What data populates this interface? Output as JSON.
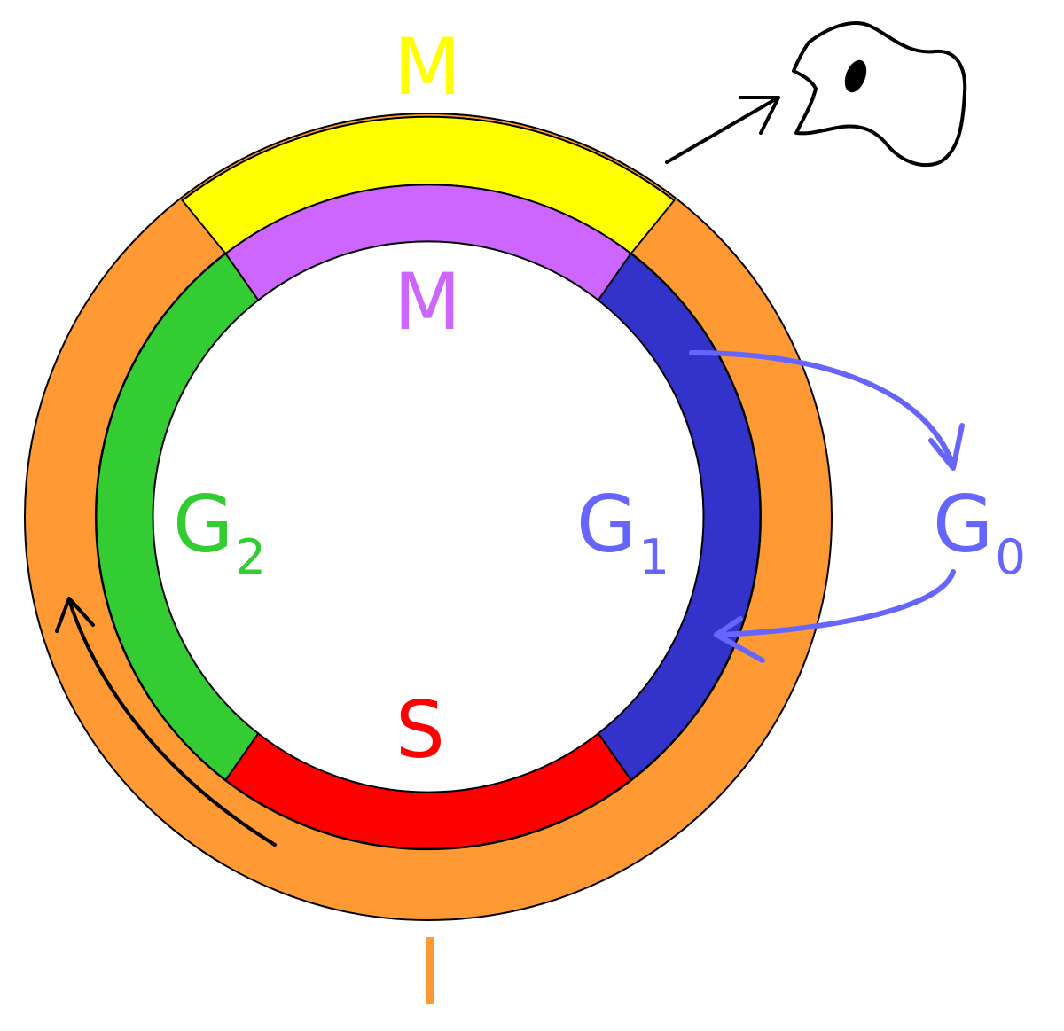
{
  "diagram": {
    "outer_ring": {
      "mitosis_label": "M",
      "interphase_label": "I",
      "mitosis_color": "#ffff00",
      "interphase_color": "#ff9933"
    },
    "inner_ring": {
      "phases": [
        {
          "id": "m",
          "label": "M",
          "sub": "",
          "color": "#cc66ff"
        },
        {
          "id": "g1",
          "label": "G",
          "sub": "1",
          "color": "#3333cc",
          "label_color": "#6666ff"
        },
        {
          "id": "s",
          "label": "S",
          "sub": "",
          "color": "#ff0000"
        },
        {
          "id": "g2",
          "label": "G",
          "sub": "2",
          "color": "#33cc33"
        }
      ]
    },
    "quiescent": {
      "label": "G",
      "sub": "0",
      "color": "#6666ff"
    },
    "icons": {
      "cell_exit": "dividing-cell-icon",
      "direction": "cycle-direction-arrow-icon"
    }
  }
}
